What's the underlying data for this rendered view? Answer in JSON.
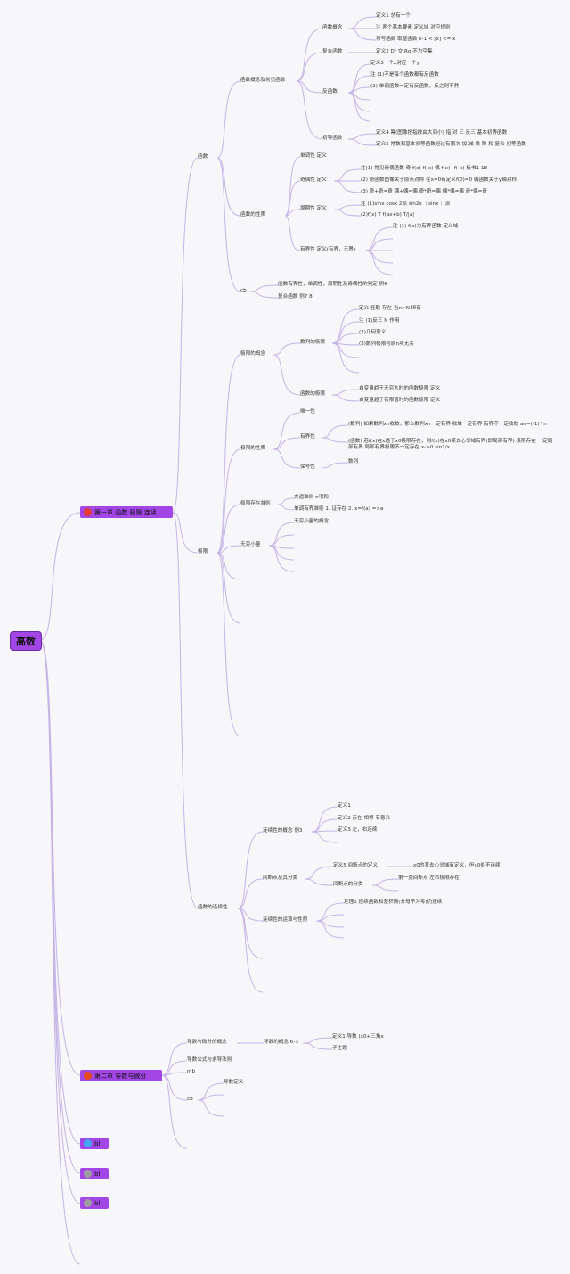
{
  "root": "高数",
  "chapters": [
    {
      "label": "第一章 函数 极限 连续",
      "color": "#e53935"
    },
    {
      "label": "第二章 导数与微分",
      "color": "#e64a19"
    },
    {
      "label": "bl",
      "color": "#42a5f5"
    },
    {
      "label": "bl",
      "color": "#9e9e9e"
    },
    {
      "label": "bl",
      "color": "#9e9e9e"
    }
  ],
  "ch1": {
    "hanshu": "函数",
    "gainian": "函数概念及常见函数",
    "hanshugainian": "函数概念",
    "gn_items": [
      "定义1 总有一个",
      "注 两个基本要素 定义域 对应规则",
      "符号函数 取整函数 x-1 < [x] <= x"
    ],
    "fuhe": "复合函数",
    "fuhe_item": "定义2 Df 交 Rg 不为空集",
    "fan": "反函数",
    "fan_items": [
      "定义3一个x对应一个y",
      "注 (1)不是每个函数都有反函数",
      "(2) 单调函数一定有反函数，反之则不然"
    ],
    "chudeng": "初等函数",
    "chudeng_items": [
      "定义4 幂(图像按指数由大到小) 指 对 三 反三 基本初等函数",
      "定义5 常数和基本初等函数经过有限次 加 减 乘 除 和 复合 初等函数"
    ],
    "xingzhi": "函数的性质",
    "dandiao": "单调性 定义",
    "jiou": "奇偶性 定义",
    "jiou_items": [
      "注(1) 常见奇偶函数 奇 f(x)-f(-x) 偶 f(x)+f(-x) 板书1-18",
      "(2) 奇函数图像关于原点对称 在x=0有定义f(0)=0 偶函数关于y轴对称",
      "(3) 奇+奇=奇 偶+偶=偶 奇*奇=偶 偶*偶=偶 奇*偶=奇"
    ],
    "zhouqi": "周期性 定义",
    "zhouqi_items": [
      "注 (1)sinx cosx 2派 sin2x ｜sinx｜ 派",
      "(2)f(x) T f(ax+b) T/|a|"
    ],
    "youjie": "有界性 定义(有界，无界)",
    "youjie_item": "注 (1) f(x)为有界函数 定义域",
    "cb": "cb",
    "cb_items": [
      "函数有界性，单调性，周期性及奇偶性的判定 例6",
      "复合函数 例7 8"
    ],
    "jixian": "极限",
    "jx_gainian": "极限的概念",
    "shulie": "数列的极限",
    "shulie_items": [
      "定义 任取 存在 当n>N 恒有",
      "注 (1)反三 N 作用",
      "(2)几何意义",
      "(3)数列极限与前n项无关"
    ],
    "hanshujx": "函数的极限",
    "hanshujx_items": [
      "自变量趋于无穷大时的函数极限 定义",
      "自变量趋于有限值时的函数极限 定义"
    ],
    "jx_xingzhi": "极限的性质",
    "weiyi": "唯一性",
    "youjiexing": "有界性",
    "youjiexing_items": [
      "(数列) 如果数列xn收敛，那么数列xn一定有界 收敛一定有界 有界不一定收敛 an=(-1)^n",
      "(函数) 若f(x)在x趋于x0极限存在，则f(x)在x0某去心邻域有界(即局部有界) 极限存在 一定局部有界 局部有界极限不一定存在 x->0 sin1/x"
    ],
    "baohao": "保号性",
    "baohao_item": "数列",
    "cunzai": "极限存在准则",
    "cunzai_items": [
      "夹逼准则 n项和",
      "单调有界准则 1. 证存在 2. x=f(a) =>a"
    ],
    "wuqiong": "无穷小量",
    "wuqiong_item": "无穷小量的概念",
    "lianxu": "函数的连续性",
    "lianxu_gn": "连续性的概念 例3",
    "lianxu_items": [
      "定义1",
      "定义2 存在 相等 有意义",
      "定义3 左，右连续"
    ],
    "jianduan": "间断点及其分类",
    "jd_def": "定义5 间断点的定义",
    "jd_def_item": "x0的某去心邻域有定义，但x0处不连续",
    "jd_fenlei": "间断点的分类",
    "jd_fenlei_item": "第一类间断点 左右极限存在",
    "yunsuan": "连续性的运算与性质",
    "yunsuan_item": "定理1 连续函数和差积商(分母不为零)仍连续"
  },
  "ch2": {
    "gainian": "导数与微分的概念",
    "daoshu_gn": "导数的概念 6-3",
    "daoshu_items": [
      "定义1 导数  (x0+三角x",
      "子主题"
    ],
    "gongshi": "导数公式与求导法则",
    "mb": "mb",
    "cb": "cb",
    "cb_item": "导数定义"
  }
}
